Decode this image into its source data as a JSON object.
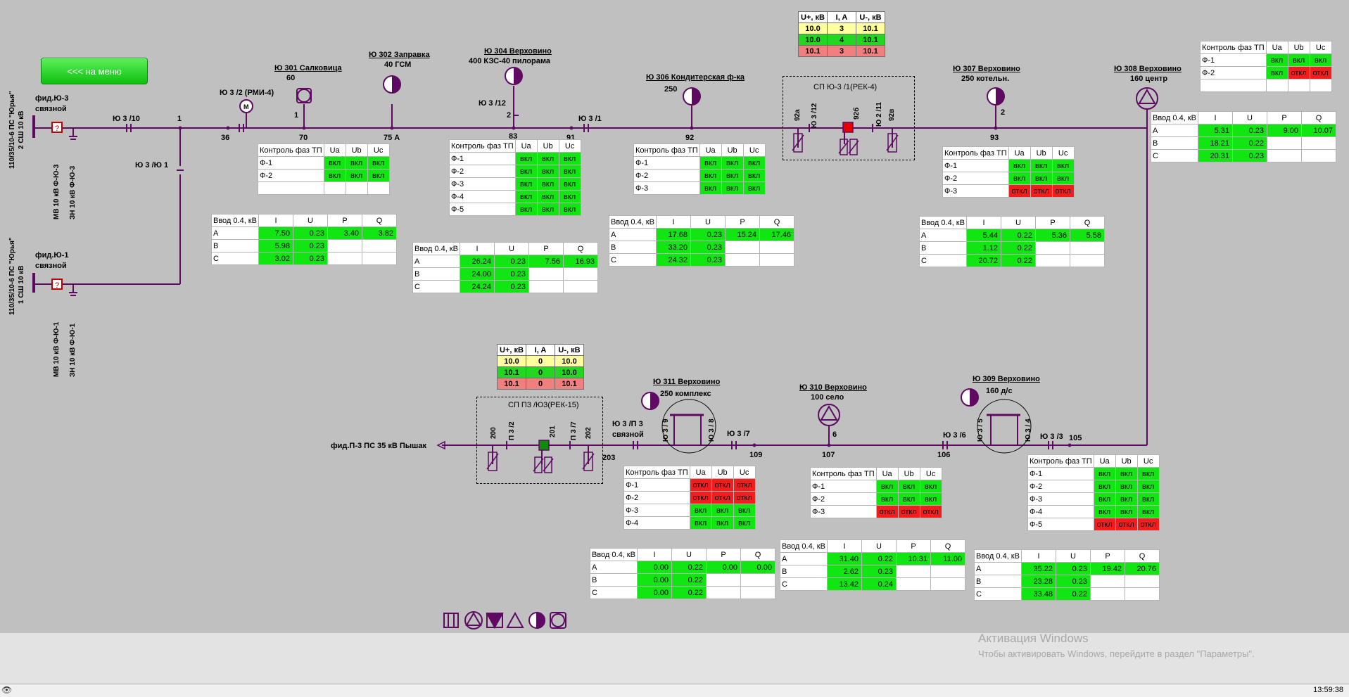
{
  "menu_button": "<<< на меню",
  "sources": {
    "top": {
      "substation": "110/35/10-6 ПС \"Юрья\"",
      "bus": "2 СШ 10 кВ",
      "feeder": "фид.Ю-3",
      "feeder_sub": "связной",
      "mv": "МВ 10 кВ Ф-Ю-3",
      "zn": "ЗН 10 кВ Ф-Ю-3"
    },
    "bottom": {
      "substation": "110/35/10-6 ПС \"Юрья\"",
      "bus": "1 СШ 10 кВ",
      "feeder": "фид.Ю-1",
      "feeder_sub": "связной",
      "mv": "МВ 10 кВ Ф-Ю-1",
      "zn": "ЗН 10 кВ Ф-Ю-1"
    }
  },
  "line_labels": {
    "yu3_10": "Ю 3 /10",
    "n1": "1",
    "yu3_yu1": "Ю 3 /Ю 1",
    "yu3_2": "Ю 3 /2 (РМИ-4)",
    "motor": "М",
    "n36": "36",
    "n70": "70",
    "n1b": "1",
    "n75a": "75 А",
    "yu3_12": "Ю 3 /12",
    "n2": "2",
    "n83": "83",
    "n91": "91",
    "yu3_1": "Ю 3 /1",
    "n92": "92",
    "n93": "93",
    "n2b": "2",
    "fid_p3": "фид.П-3 ПС 35 кВ Пышак",
    "n200": "200",
    "p3_2": "П 3 /2",
    "n201": "201",
    "p3_7": "П 3 /7",
    "n202": "202",
    "n203": "203",
    "yu3_p3": "Ю 3 /П 3",
    "yu3_p3_sub": "связной",
    "yu3_9": "Ю 3 / 9",
    "yu3_8": "Ю 3 / 8",
    "yu3_7": "Ю 3 /7",
    "n109": "109",
    "n107": "107",
    "n6": "6",
    "yu3_6": "Ю 3 /6",
    "n106": "106",
    "yu3_5": "Ю 3 / 5",
    "yu3_4": "Ю 3 / 4",
    "yu3_3": "Ю 3 /3",
    "n105": "105",
    "sp1_92a": "92а",
    "sp1_yu3_12": "Ю 3 /12",
    "sp1_92b": "92б",
    "sp1_yu2_11": "Ю 2 /11",
    "sp1_92v": "92в"
  },
  "sp_top": {
    "title": "СП Ю-3 /1(РЕК-4)"
  },
  "sp_bottom": {
    "title": "СП П3 /Ю3(РЕК-15)"
  },
  "tp": {
    "t301": {
      "name": "Ю 301 Салковица",
      "sub": "60"
    },
    "t302": {
      "name": "Ю 302 Заправка",
      "sub": "40 ГСМ"
    },
    "t304": {
      "name": "Ю 304 Верховино",
      "sub": "400 КЗС-40 пилорама"
    },
    "t306": {
      "name": "Ю 306 Кондитерская ф-ка",
      "sub": "250"
    },
    "t307": {
      "name": "Ю 307 Верховино",
      "sub": "250  котельн."
    },
    "t308": {
      "name": "Ю 308 Верховино",
      "sub": "160 центр"
    },
    "t311": {
      "name": "Ю 311 Верховино",
      "sub": "250  комплекс"
    },
    "t310": {
      "name": "Ю 310 Верховино",
      "sub": "100 село"
    },
    "t309": {
      "name": "Ю 309 Верховино",
      "sub": "160 д/с"
    }
  },
  "rek_tables": {
    "top": {
      "headers": [
        "U+, кВ",
        "I, A",
        "U-, кВ"
      ],
      "rows": [
        [
          "10.0",
          "3",
          "10.1"
        ],
        [
          "10.0",
          "4",
          "10.1"
        ],
        [
          "10.1",
          "3",
          "10.1"
        ]
      ]
    },
    "bottom": {
      "headers": [
        "U+, кВ",
        "I, A",
        "U-, кВ"
      ],
      "rows": [
        [
          "10.0",
          "0",
          "10.0"
        ],
        [
          "10.1",
          "0",
          "10.0"
        ],
        [
          "10.1",
          "0",
          "10.1"
        ]
      ]
    }
  },
  "phase_tables": {
    "p301": {
      "title": "Контроль фаз ТП",
      "headers": [
        "Ua",
        "Ub",
        "Uc"
      ],
      "rows": [
        {
          "label": "Ф-1",
          "vals": [
            "вкл",
            "вкл",
            "вкл"
          ]
        },
        {
          "label": "Ф-2",
          "vals": [
            "вкл",
            "вкл",
            "вкл"
          ]
        }
      ]
    },
    "p304": {
      "title": "Контроль фаз ТП",
      "headers": [
        "Ua",
        "Ub",
        "Uc"
      ],
      "rows": [
        {
          "label": "Ф-1",
          "vals": [
            "вкл",
            "вкл",
            "вкл"
          ]
        },
        {
          "label": "Ф-2",
          "vals": [
            "вкл",
            "вкл",
            "вкл"
          ]
        },
        {
          "label": "Ф-3",
          "vals": [
            "вкл",
            "вкл",
            "вкл"
          ]
        },
        {
          "label": "Ф-4",
          "vals": [
            "вкл",
            "вкл",
            "вкл"
          ]
        },
        {
          "label": "Ф-5",
          "vals": [
            "вкл",
            "вкл",
            "вкл"
          ]
        }
      ]
    },
    "p306": {
      "title": "Контроль фаз ТП",
      "headers": [
        "Ua",
        "Ub",
        "Uc"
      ],
      "rows": [
        {
          "label": "Ф-1",
          "vals": [
            "вкл",
            "вкл",
            "вкл"
          ]
        },
        {
          "label": "Ф-2",
          "vals": [
            "вкл",
            "вкл",
            "вкл"
          ]
        },
        {
          "label": "Ф-3",
          "vals": [
            "вкл",
            "вкл",
            "вкл"
          ]
        }
      ]
    },
    "p307": {
      "title": "Контроль фаз ТП",
      "headers": [
        "Ua",
        "Ub",
        "Uc"
      ],
      "rows": [
        {
          "label": "Ф-1",
          "vals": [
            "вкл",
            "вкл",
            "вкл"
          ]
        },
        {
          "label": "Ф-2",
          "vals": [
            "вкл",
            "вкл",
            "вкл"
          ]
        },
        {
          "label": "Ф-3",
          "vals": [
            "откл",
            "откл",
            "откл"
          ]
        }
      ]
    },
    "p308": {
      "title": "Контроль фаз ТП",
      "headers": [
        "Ua",
        "Ub",
        "Uc"
      ],
      "rows": [
        {
          "label": "Ф-1",
          "vals": [
            "вкл",
            "вкл",
            "вкл"
          ]
        },
        {
          "label": "Ф-2",
          "vals": [
            "вкл",
            "откл",
            "откл"
          ]
        }
      ]
    },
    "p311": {
      "title": "Контроль фаз ТП",
      "headers": [
        "Ua",
        "Ub",
        "Uc"
      ],
      "rows": [
        {
          "label": "Ф-1",
          "vals": [
            "откл",
            "откл",
            "откл"
          ]
        },
        {
          "label": "Ф-2",
          "vals": [
            "откл",
            "откл",
            "откл"
          ]
        },
        {
          "label": "Ф-3",
          "vals": [
            "вкл",
            "вкл",
            "вкл"
          ]
        },
        {
          "label": "Ф-4",
          "vals": [
            "вкл",
            "вкл",
            "вкл"
          ]
        }
      ]
    },
    "p310": {
      "title": "Контроль фаз ТП",
      "headers": [
        "Ua",
        "Ub",
        "Uc"
      ],
      "rows": [
        {
          "label": "Ф-1",
          "vals": [
            "вкл",
            "вкл",
            "вкл"
          ]
        },
        {
          "label": "Ф-2",
          "vals": [
            "вкл",
            "вкл",
            "вкл"
          ]
        },
        {
          "label": "Ф-3",
          "vals": [
            "откл",
            "откл",
            "откл"
          ]
        }
      ]
    },
    "p309": {
      "title": "Контроль фаз ТП",
      "headers": [
        "Ua",
        "Ub",
        "Uc"
      ],
      "rows": [
        {
          "label": "Ф-1",
          "vals": [
            "вкл",
            "вкл",
            "вкл"
          ]
        },
        {
          "label": "Ф-2",
          "vals": [
            "вкл",
            "вкл",
            "вкл"
          ]
        },
        {
          "label": "Ф-3",
          "vals": [
            "вкл",
            "вкл",
            "вкл"
          ]
        },
        {
          "label": "Ф-4",
          "vals": [
            "вкл",
            "вкл",
            "вкл"
          ]
        },
        {
          "label": "Ф-5",
          "vals": [
            "откл",
            "откл",
            "откл"
          ]
        }
      ]
    }
  },
  "meter_tables": {
    "m301": {
      "title": "Ввод 0.4, кВ",
      "headers": [
        "I",
        "U",
        "P",
        "Q"
      ],
      "rows": [
        {
          "label": "A",
          "vals": [
            "7.50",
            "0.23",
            "3.40",
            "3.82"
          ]
        },
        {
          "label": "B",
          "vals": [
            "5.98",
            "0.23",
            "",
            ""
          ]
        },
        {
          "label": "C",
          "vals": [
            "3.02",
            "0.23",
            "",
            ""
          ]
        }
      ]
    },
    "m304": {
      "title": "Ввод 0.4, кВ",
      "headers": [
        "I",
        "U",
        "P",
        "Q"
      ],
      "rows": [
        {
          "label": "A",
          "vals": [
            "26.24",
            "0.23",
            "7.56",
            "16.93"
          ]
        },
        {
          "label": "B",
          "vals": [
            "24.00",
            "0.23",
            "",
            ""
          ]
        },
        {
          "label": "C",
          "vals": [
            "24.24",
            "0.23",
            "",
            ""
          ]
        }
      ]
    },
    "m306": {
      "title": "Ввод 0.4, кВ",
      "headers": [
        "I",
        "U",
        "P",
        "Q"
      ],
      "rows": [
        {
          "label": "A",
          "vals": [
            "17.68",
            "0.23",
            "15.24",
            "17.46"
          ]
        },
        {
          "label": "B",
          "vals": [
            "33.20",
            "0.23",
            "",
            ""
          ]
        },
        {
          "label": "C",
          "vals": [
            "24.32",
            "0.23",
            "",
            ""
          ]
        }
      ]
    },
    "m307": {
      "title": "Ввод 0.4, кВ",
      "headers": [
        "I",
        "U",
        "P",
        "Q"
      ],
      "rows": [
        {
          "label": "A",
          "vals": [
            "5.44",
            "0.22",
            "5.36",
            "5.58"
          ]
        },
        {
          "label": "B",
          "vals": [
            "1.12",
            "0.22",
            "",
            ""
          ]
        },
        {
          "label": "C",
          "vals": [
            "20.72",
            "0.22",
            "",
            ""
          ]
        }
      ]
    },
    "m308": {
      "title": "Ввод 0.4, кВ",
      "headers": [
        "I",
        "U",
        "P",
        "Q"
      ],
      "rows": [
        {
          "label": "A",
          "vals": [
            "5.31",
            "0.23",
            "9.00",
            "10.07"
          ]
        },
        {
          "label": "B",
          "vals": [
            "18.21",
            "0.22",
            "",
            ""
          ]
        },
        {
          "label": "C",
          "vals": [
            "20.31",
            "0.23",
            "",
            ""
          ]
        }
      ]
    },
    "m311": {
      "title": "Ввод 0.4, кВ",
      "headers": [
        "I",
        "U",
        "P",
        "Q"
      ],
      "rows": [
        {
          "label": "A",
          "vals": [
            "0.00",
            "0.22",
            "0.00",
            "0.00"
          ]
        },
        {
          "label": "B",
          "vals": [
            "0.00",
            "0.22",
            "",
            ""
          ]
        },
        {
          "label": "C",
          "vals": [
            "0.00",
            "0.22",
            "",
            ""
          ]
        }
      ]
    },
    "m310": {
      "title": "Ввод 0.4, кВ",
      "headers": [
        "I",
        "U",
        "P",
        "Q"
      ],
      "rows": [
        {
          "label": "A",
          "vals": [
            "31.40",
            "0.22",
            "10.31",
            "11.00"
          ]
        },
        {
          "label": "B",
          "vals": [
            "2.62",
            "0.23",
            "",
            ""
          ]
        },
        {
          "label": "C",
          "vals": [
            "13.42",
            "0.24",
            "",
            ""
          ]
        }
      ]
    },
    "m309": {
      "title": "Ввод 0.4, кВ",
      "headers": [
        "I",
        "U",
        "P",
        "Q"
      ],
      "rows": [
        {
          "label": "A",
          "vals": [
            "35.22",
            "0.23",
            "19.42",
            "20.76"
          ]
        },
        {
          "label": "B",
          "vals": [
            "23.28",
            "0.23",
            "",
            ""
          ]
        },
        {
          "label": "C",
          "vals": [
            "33.48",
            "0.22",
            "",
            ""
          ]
        }
      ]
    }
  },
  "colors": {
    "line": "#5e0a62",
    "on": "#12e612",
    "off": "#f31d1d",
    "background": "#c0c0c0"
  },
  "legend_icons": [
    "two-winding-square-icon",
    "triangle-circle-icon",
    "filled-triangle-icon",
    "triangle-icon",
    "half-filled-circle-icon",
    "square-circle-icon"
  ],
  "watermark": {
    "line1": "Активация Windows",
    "line2": "Чтобы активировать Windows, перейдите в раздел \"Параметры\"."
  },
  "status": {
    "clock": "13:59:38"
  }
}
